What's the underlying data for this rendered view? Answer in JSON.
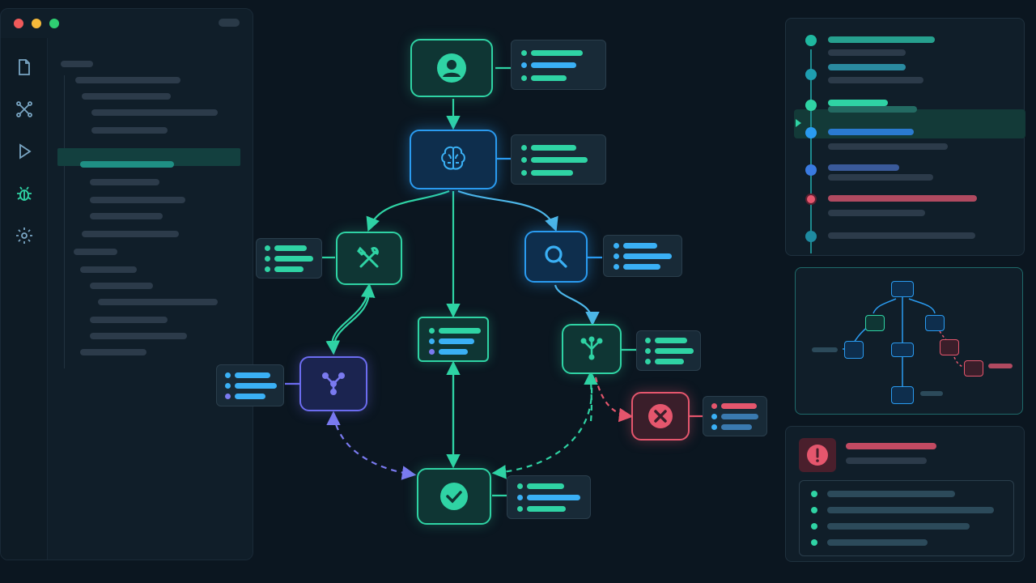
{
  "window": {
    "controls": [
      "close",
      "minimize",
      "maximize"
    ],
    "colors": {
      "close": "#f05a5a",
      "minimize": "#f5b93a",
      "maximize": "#2fcf72"
    }
  },
  "activity_bar": [
    {
      "icon": "file-icon"
    },
    {
      "icon": "graph-icon"
    },
    {
      "icon": "run-icon"
    },
    {
      "icon": "debug-icon"
    },
    {
      "icon": "settings-icon"
    }
  ],
  "workflow": {
    "nodes": [
      {
        "id": "user",
        "icon": "user-icon",
        "status": "success"
      },
      {
        "id": "brain",
        "icon": "brain-icon",
        "status": "active"
      },
      {
        "id": "tools",
        "icon": "tools-icon",
        "status": "success"
      },
      {
        "id": "search",
        "icon": "search-icon",
        "status": "active"
      },
      {
        "id": "branch-left",
        "icon": "branch-icon",
        "status": "info"
      },
      {
        "id": "center-card",
        "icon": "list-icon",
        "status": "success"
      },
      {
        "id": "branch-right",
        "icon": "branch-icon",
        "status": "success"
      },
      {
        "id": "error",
        "icon": "error-icon",
        "status": "error"
      },
      {
        "id": "done",
        "icon": "check-icon",
        "status": "success"
      }
    ]
  },
  "panels": {
    "trace": {
      "steps": [
        "ok",
        "ok",
        "current",
        "ok",
        "ok",
        "error",
        "ok"
      ]
    },
    "minimap": {
      "icons": [
        "brain-icon",
        "tools-icon",
        "search-icon",
        "branch-icon",
        "error-icon",
        "check-icon"
      ]
    },
    "alert": {
      "icon": "alert-icon",
      "severity": "error"
    }
  },
  "colors": {
    "background": "#0b1620",
    "accent_green": "#2fd3a4",
    "accent_blue": "#2a9bf0",
    "accent_violet": "#6c6cf0",
    "error_red": "#e5566d"
  }
}
